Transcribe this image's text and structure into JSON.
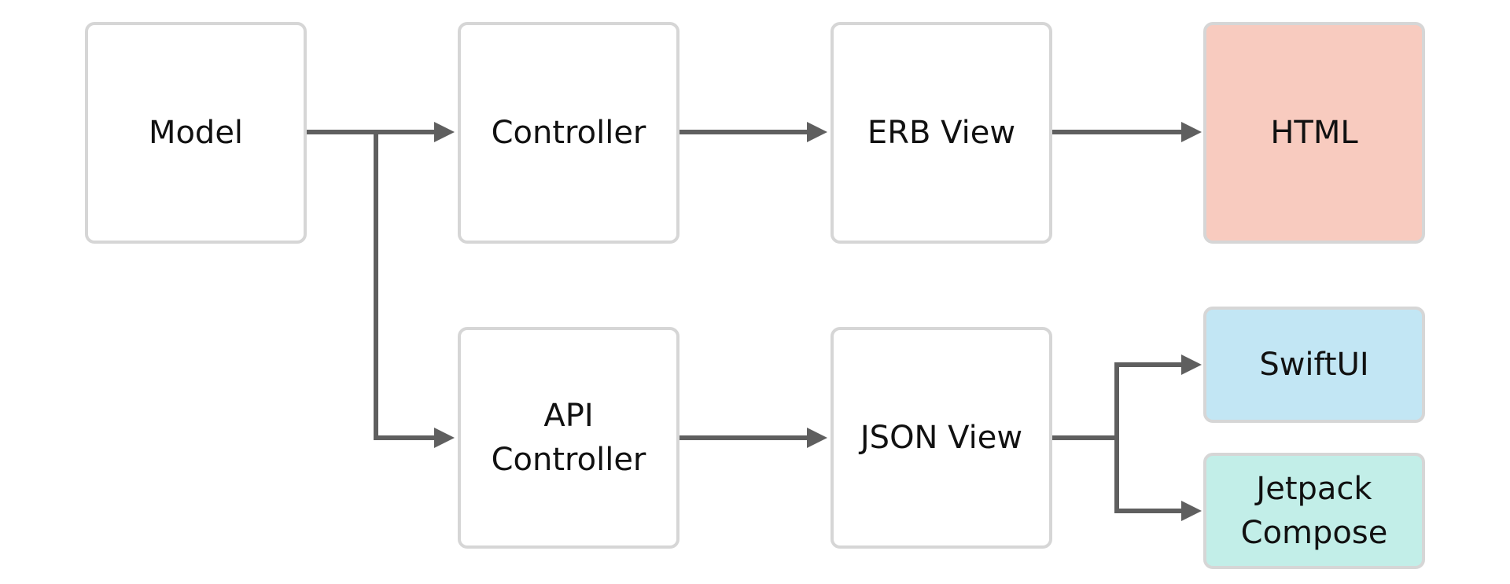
{
  "nodes": {
    "model": {
      "lines": [
        "Model"
      ]
    },
    "controller": {
      "lines": [
        "Controller"
      ]
    },
    "erb_view": {
      "lines": [
        "ERB View"
      ]
    },
    "html": {
      "lines": [
        "HTML"
      ],
      "fill": "#f8cbbf"
    },
    "api_controller": {
      "lines": [
        "API",
        "Controller"
      ]
    },
    "json_view": {
      "lines": [
        "JSON View"
      ]
    },
    "swiftui": {
      "lines": [
        "SwiftUI"
      ],
      "fill": "#c2e6f4"
    },
    "jetpack_compose": {
      "lines": [
        "Jetpack",
        "Compose"
      ],
      "fill": "#c2eee8"
    }
  },
  "colors": {
    "node_border": "#d6d6d6",
    "connector": "#5f5f5f"
  }
}
